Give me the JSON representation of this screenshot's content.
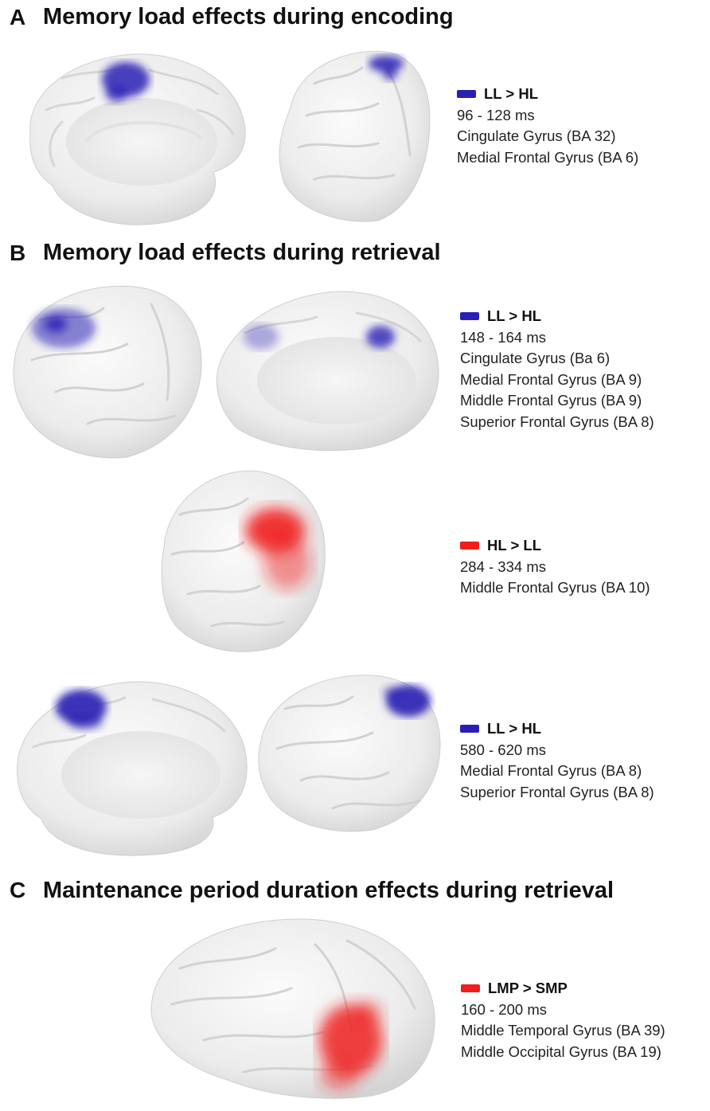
{
  "colors": {
    "blue": "#2a1fb4",
    "red": "#ef1d1d",
    "cortex": "#efefef"
  },
  "panels": {
    "a": {
      "letter": "A",
      "title": "Memory load effects during encoding"
    },
    "b": {
      "letter": "B",
      "title": "Memory load effects during retrieval"
    },
    "c": {
      "letter": "C",
      "title": "Maintenance period duration effects during retrieval"
    }
  },
  "legends": {
    "a1": {
      "contrast": "LL > HL",
      "color": "blue",
      "time": "96 - 128 ms",
      "regions": [
        "Cingulate Gyrus (BA 32)",
        "Medial Frontal Gyrus (BA 6)"
      ]
    },
    "b1": {
      "contrast": "LL > HL",
      "color": "blue",
      "time": "148 - 164 ms",
      "regions": [
        "Cingulate Gyrus (Ba 6)",
        "Medial Frontal Gyrus (BA 9)",
        "Middle Frontal Gyrus (BA 9)",
        "Superior Frontal Gyrus (BA 8)"
      ]
    },
    "b2": {
      "contrast": "HL > LL",
      "color": "red",
      "time": "284 - 334 ms",
      "regions": [
        "Middle Frontal Gyrus (BA 10)"
      ]
    },
    "b3": {
      "contrast": "LL > HL",
      "color": "blue",
      "time": "580 - 620 ms",
      "regions": [
        "Medial Frontal Gyrus (BA 8)",
        "Superior Frontal Gyrus (BA 8)"
      ]
    },
    "c1": {
      "contrast": "LMP > SMP",
      "color": "red",
      "time": "160 - 200 ms",
      "regions": [
        "Middle Temporal Gyrus (BA 39)",
        "Middle Occipital Gyrus (BA 19)"
      ]
    }
  }
}
